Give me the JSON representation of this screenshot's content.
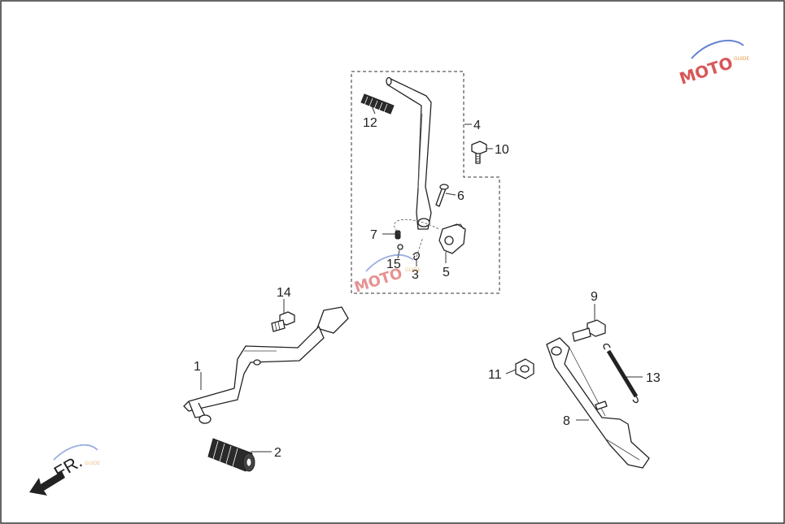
{
  "diagram": {
    "direction_label": "FR.",
    "watermark": {
      "text": "MOTO",
      "subtext": "GUIDE"
    },
    "callouts": [
      {
        "id": "1",
        "label": "1"
      },
      {
        "id": "2",
        "label": "2"
      },
      {
        "id": "3",
        "label": "3"
      },
      {
        "id": "4",
        "label": "4"
      },
      {
        "id": "5",
        "label": "5"
      },
      {
        "id": "6",
        "label": "6"
      },
      {
        "id": "7",
        "label": "7"
      },
      {
        "id": "8",
        "label": "8"
      },
      {
        "id": "9",
        "label": "9"
      },
      {
        "id": "10",
        "label": "10"
      },
      {
        "id": "11",
        "label": "11"
      },
      {
        "id": "12",
        "label": "12"
      },
      {
        "id": "13",
        "label": "13"
      },
      {
        "id": "14",
        "label": "14"
      },
      {
        "id": "15",
        "label": "15"
      }
    ]
  },
  "colors": {
    "line": "#222222",
    "frame": "#333333",
    "watermark_red": "#d23a3a",
    "watermark_blue": "#4a6fc9"
  }
}
